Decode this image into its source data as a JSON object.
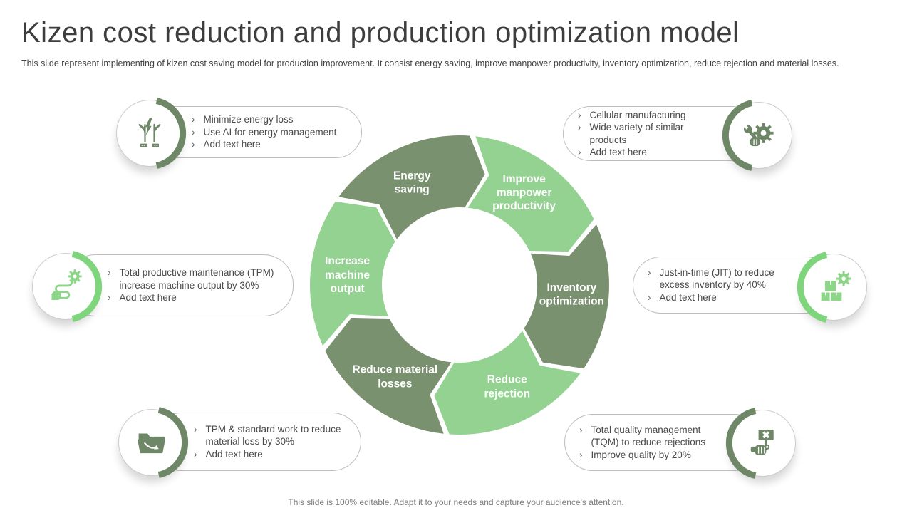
{
  "title": "Kizen cost reduction and production optimization model",
  "subtitle": "This slide represent implementing of kizen cost saving model for production improvement. It consist energy saving, improve manpower productivity, inventory optimization, reduce rejection and material losses.",
  "footer": "This slide is 100% editable. Adapt it to your needs and capture your audience's attention.",
  "bullet_marker": "›",
  "colors": {
    "segment_dark_green": "#7a9170",
    "segment_light_green": "#93d290",
    "icon_dark_green": "#6e8766",
    "icon_light_green": "#8bd687",
    "ring_dark_green": "#6e8766",
    "ring_light_green": "#7fd57c"
  },
  "diagram": {
    "type": "cycle",
    "segments": [
      {
        "id": "energy-saving",
        "label": "Energy saving",
        "tone": "dark"
      },
      {
        "id": "improve-manpower",
        "label": "Improve manpower productivity",
        "tone": "light"
      },
      {
        "id": "inventory-optimization",
        "label": "Inventory optimization",
        "tone": "dark"
      },
      {
        "id": "reduce-rejection",
        "label": "Reduce rejection",
        "tone": "light"
      },
      {
        "id": "reduce-material-losses",
        "label": "Reduce material losses",
        "tone": "dark"
      },
      {
        "id": "increase-machine-output",
        "label": "Increase machine output",
        "tone": "light"
      }
    ]
  },
  "callouts": [
    {
      "id": "energy",
      "icon": "hands-energy-icon",
      "tone": "dark",
      "bullets": [
        "Minimize energy loss",
        "Use AI for energy management",
        "Add text here"
      ]
    },
    {
      "id": "cellular",
      "icon": "wrench-gear-icon",
      "tone": "dark",
      "bullets": [
        "Cellular manufacturing",
        "Wide variety of similar products",
        "Add text here"
      ]
    },
    {
      "id": "tpm-machine",
      "icon": "route-box-gear-icon",
      "tone": "light",
      "bullets": [
        "Total productive maintenance (TPM) increase machine output by 30%",
        "Add text here"
      ]
    },
    {
      "id": "jit",
      "icon": "boxes-gear-icon",
      "tone": "light",
      "bullets": [
        "Just-in-time (JIT) to reduce excess inventory by 40%",
        "Add text here"
      ]
    },
    {
      "id": "tpm-material",
      "icon": "folder-loss-icon",
      "tone": "dark",
      "bullets": [
        "TPM & standard work to reduce material loss by 30%",
        "Add text here"
      ]
    },
    {
      "id": "tqm",
      "icon": "rejection-sign-icon",
      "tone": "dark",
      "bullets": [
        "Total quality management (TQM) to reduce rejections",
        "Improve quality by 20%"
      ]
    }
  ]
}
